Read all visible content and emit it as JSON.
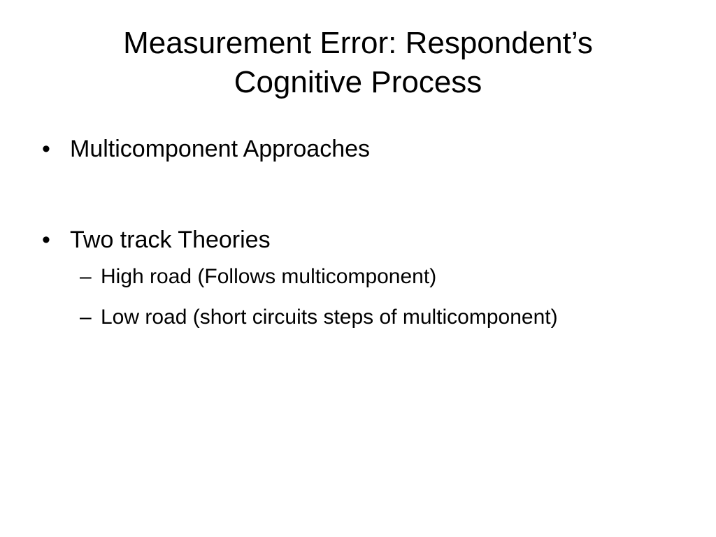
{
  "slide": {
    "title_lines": [
      "Measurement Error: Respondent’s",
      "Cognitive Process"
    ],
    "bullets": [
      {
        "marker": "•",
        "text": "Multicomponent Approaches",
        "sub": []
      },
      {
        "marker": "•",
        "text": "Two track Theories",
        "sub": [
          {
            "marker": "–",
            "text": "High road (Follows multicomponent)"
          },
          {
            "marker": "–",
            "text": "Low road (short circuits steps of multicomponent)"
          }
        ]
      }
    ]
  }
}
